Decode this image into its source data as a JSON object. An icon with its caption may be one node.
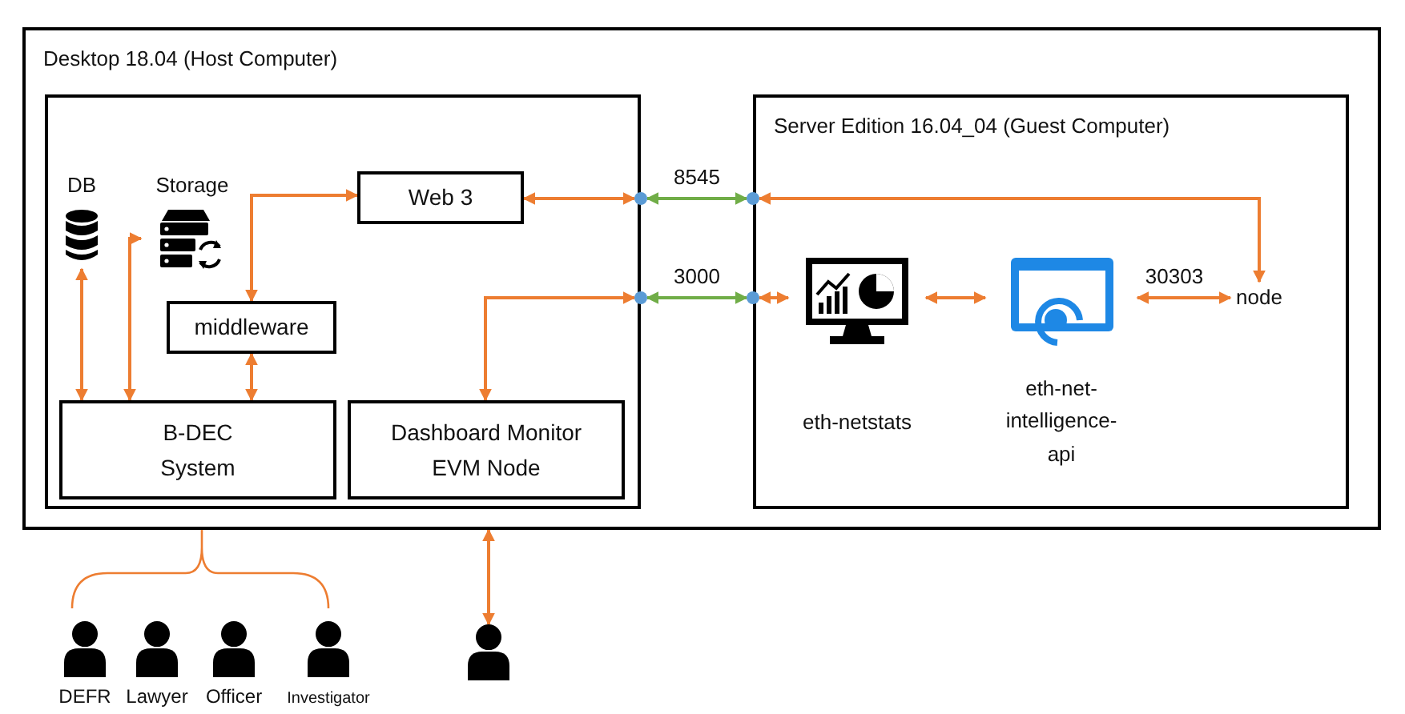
{
  "diagram": {
    "nodes": [
      {
        "text": [
          "Desktop 18.04 (Host Computer)"
        ]
      },
      {
        "text": [],
        "shape": "box",
        "in": 0
      },
      {
        "text": [
          "Server Edition 16.04_04 (Guest Computer)"
        ],
        "in": 0
      },
      {
        "text": [
          "DB"
        ],
        "in": 1
      },
      {
        "text": [
          "Storage"
        ],
        "in": 1
      },
      {
        "text": [
          "Web 3"
        ],
        "in": 1
      },
      {
        "text": [
          "middleware"
        ],
        "in": 1
      },
      {
        "text": [
          "B-DEC System"
        ],
        "in": 1
      },
      {
        "text": [
          "Dashboard Monitor EVM Node"
        ],
        "in": 1
      },
      {
        "text": [],
        "shape": "circle",
        "in": 0
      },
      {
        "text": [],
        "shape": "circle",
        "in": 0
      },
      {
        "text": [],
        "shape": "circle",
        "in": 0
      },
      {
        "text": [],
        "shape": "circle",
        "in": 0
      },
      {
        "text": [
          "eth-netstats"
        ],
        "in": 2
      },
      {
        "text": [
          "eth-net-intelligence-api"
        ],
        "in": 2
      },
      {
        "text": [
          "node"
        ],
        "in": 2
      },
      {
        "text": [
          "DEFR"
        ]
      },
      {
        "text": [
          "Lawyer"
        ]
      },
      {
        "text": [
          "Officer"
        ]
      },
      {
        "text": [
          "Investigator"
        ]
      },
      {
        "text": [],
        "shape": "person"
      }
    ],
    "edges": [
      {
        "from": 3,
        "to": 7,
        "arrow": "both"
      },
      {
        "from": 7,
        "to": 4,
        "arrow": "both"
      },
      {
        "from": 6,
        "to": 5,
        "arrow": "both"
      },
      {
        "from": 6,
        "to": 7,
        "arrow": "both"
      },
      {
        "from": 5,
        "to": 9,
        "arrow": "both"
      },
      {
        "from": 8,
        "to": 10,
        "arrow": "both"
      },
      {
        "from": 9,
        "to": 11,
        "arrow": "both",
        "label": "8545",
        "color": "#70ad47"
      },
      {
        "from": 10,
        "to": 12,
        "arrow": "both",
        "label": "3000",
        "color": "#70ad47"
      },
      {
        "from": 11,
        "to": 15,
        "arrow": "both"
      },
      {
        "from": 12,
        "to": 13,
        "arrow": "both"
      },
      {
        "from": 13,
        "to": 14,
        "arrow": "both"
      },
      {
        "from": 14,
        "to": 15,
        "arrow": "both",
        "label": "30303"
      },
      {
        "from": 0,
        "to": 20,
        "arrow": "both"
      }
    ]
  }
}
